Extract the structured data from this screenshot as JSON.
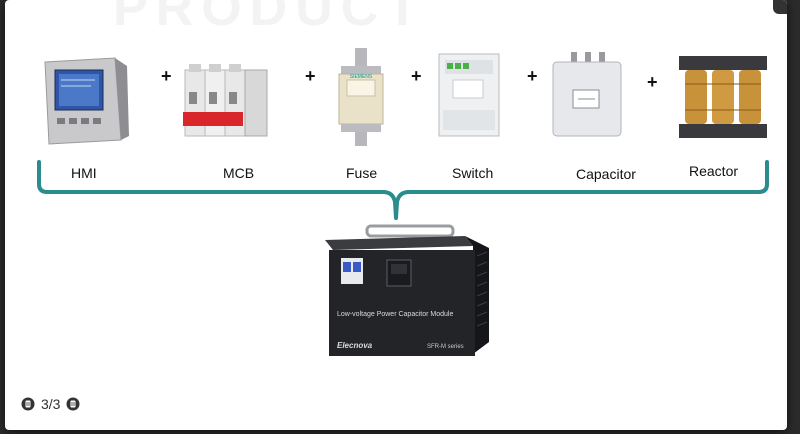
{
  "watermark": "PRODUCT",
  "components": [
    {
      "name": "HMI"
    },
    {
      "name": "MCB"
    },
    {
      "name": "Fuse"
    },
    {
      "name": "Switch"
    },
    {
      "name": "Capacitor"
    },
    {
      "name": "Reactor"
    }
  ],
  "plus_sign": "+",
  "module": {
    "label": "Low-voltage Power Capacitor Module",
    "brand": "Elecnova",
    "series": "SFR-M series"
  },
  "fuse_brand": "SIEMENS",
  "pager": {
    "current": "3/3"
  },
  "colors": {
    "bracket": "#2a8c8c",
    "module_body": "#1e1f22"
  }
}
